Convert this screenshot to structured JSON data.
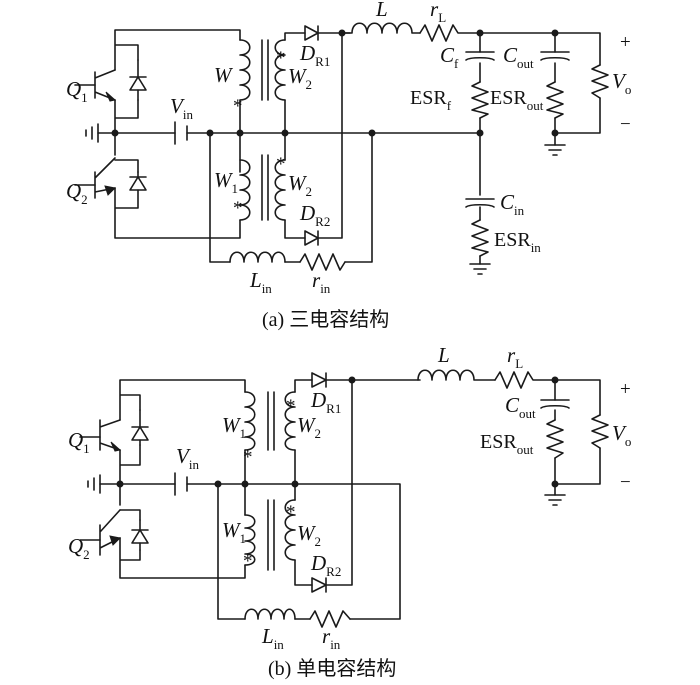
{
  "diagrams": {
    "a": {
      "caption": "(a) 三电容结构",
      "labels": {
        "Q1": "Q",
        "Q1_sub": "1",
        "Q2": "Q",
        "Q2_sub": "2",
        "Vin": "V",
        "Vin_sub": "in",
        "W_top": "W",
        "W2_top": "W",
        "W2_top_sub": "2",
        "W1_bot": "W",
        "W1_bot_sub": "1",
        "W2_bot": "W",
        "W2_bot_sub": "2",
        "DR1": "D",
        "DR1_sub": "R1",
        "DR2": "D",
        "DR2_sub": "R2",
        "L": "L",
        "rL": "r",
        "rL_sub": "L",
        "Cf": "C",
        "Cf_sub": "f",
        "Cout": "C",
        "Cout_sub": "out",
        "Vo": "V",
        "Vo_sub": "o",
        "ESRf": "ESR",
        "ESRf_sub": "f",
        "ESRout": "ESR",
        "ESRout_sub": "out",
        "Cin": "C",
        "Cin_sub": "in",
        "ESRin": "ESR",
        "ESRin_sub": "in",
        "Lin": "L",
        "Lin_sub": "in",
        "rin": "r",
        "rin_sub": "in",
        "plus": "+",
        "minus": "−",
        "dot": "*"
      }
    },
    "b": {
      "caption": "(b) 单电容结构",
      "labels": {
        "Q1": "Q",
        "Q1_sub": "1",
        "Q2": "Q",
        "Q2_sub": "2",
        "Vin": "V",
        "Vin_sub": "in",
        "W1_top": "W",
        "W1_top_sub": "1",
        "W2_top": "W",
        "W2_top_sub": "2",
        "W1_bot": "W",
        "W1_bot_sub": "1",
        "W2_bot": "W",
        "W2_bot_sub": "2",
        "DR1": "D",
        "DR1_sub": "R1",
        "DR2": "D",
        "DR2_sub": "R2",
        "L": "L",
        "rL": "r",
        "rL_sub": "L",
        "Cout": "C",
        "Cout_sub": "out",
        "ESRout": "ESR",
        "ESRout_sub": "out",
        "Vo": "V",
        "Vo_sub": "o",
        "Lin": "L",
        "Lin_sub": "in",
        "rin": "r",
        "rin_sub": "in",
        "plus": "+",
        "minus": "−",
        "dot": "*"
      }
    }
  }
}
